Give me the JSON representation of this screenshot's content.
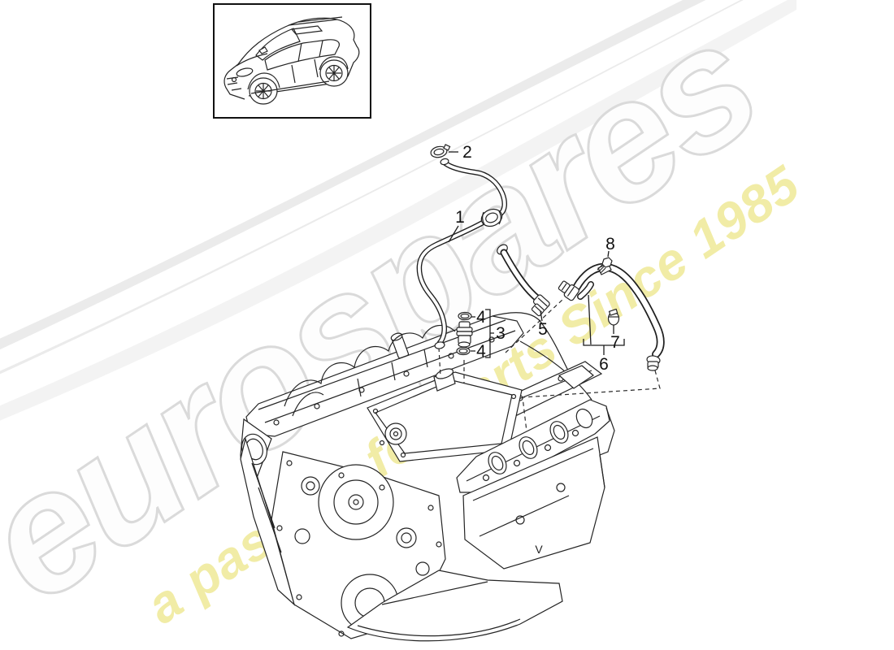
{
  "diagram": {
    "watermark": {
      "brand": "eurospares",
      "tagline": "a passion for parts Since 1985"
    },
    "callouts": {
      "c1": "1",
      "c2": "2",
      "c3": "3",
      "c4a": "4",
      "c4b": "4",
      "c5": "5",
      "c6": "6",
      "c7": "7",
      "c8": "8"
    },
    "engine_mark": "V",
    "colors": {
      "background": "#ffffff",
      "line_art": "#242424",
      "watermark_gray_outline": "#dadada",
      "watermark_gray_fill": "#fdfdfd",
      "watermark_yellow": "#f1eca6"
    }
  }
}
